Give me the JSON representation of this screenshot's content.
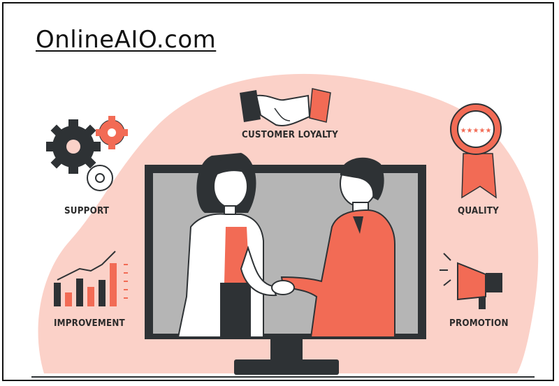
{
  "brand": {
    "text": "OnlineAIO.com"
  },
  "labels": {
    "customer_loyalty": "CUSTOMER LOYALTY",
    "support": "SUPPORT",
    "quality": "QUALITY",
    "improvement": "IMPROVEMENT",
    "promotion": "PROMOTION"
  },
  "icons": [
    "handshake-icon",
    "gears-icon",
    "ribbon-badge-icon",
    "bar-chart-icon",
    "megaphone-icon"
  ],
  "colors": {
    "accent": "#f26b55",
    "blob": "#fbd1c8",
    "dark": "#2e3235",
    "screen": "#b5b5b5"
  }
}
